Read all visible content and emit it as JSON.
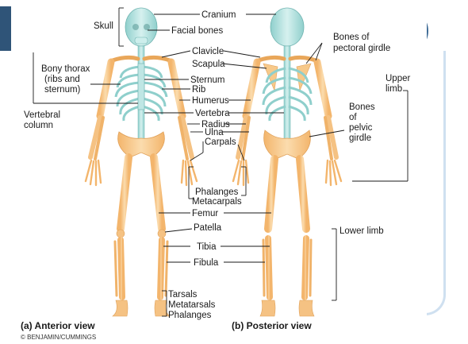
{
  "labels": {
    "cranium": "Cranium",
    "skull": "Skull",
    "facial_bones": "Facial bones",
    "clavicle": "Clavicle",
    "scapula": "Scapula",
    "sternum": "Sternum",
    "rib": "Rib",
    "humerus": "Humerus",
    "vertebra": "Vertebra",
    "radius": "Radius",
    "ulna": "Ulna",
    "carpals": "Carpals",
    "phalanges_hand": "Phalanges",
    "metacarpals": "Metacarpals",
    "femur": "Femur",
    "patella": "Patella",
    "tibia": "Tibia",
    "fibula": "Fibula",
    "tarsals": "Tarsals",
    "metatarsals": "Metatarsals",
    "phalanges_foot": "Phalanges",
    "bony_thorax_1": "Bony thorax",
    "bony_thorax_2": "(ribs and",
    "bony_thorax_3": "sternum)",
    "vertebral_column_1": "Vertebral",
    "vertebral_column_2": "column",
    "pectoral_girdle_1": "Bones of",
    "pectoral_girdle_2": "pectoral girdle",
    "upper_limb_1": "Upper",
    "upper_limb_2": "limb",
    "pelvic_girdle_1": "Bones",
    "pelvic_girdle_2": "of",
    "pelvic_girdle_3": "pelvic",
    "pelvic_girdle_4": "girdle",
    "lower_limb": "Lower limb"
  },
  "captions": {
    "anterior": "(a) Anterior view",
    "posterior": "(b) Posterior view",
    "copyright": "© BENJAMIN/CUMMINGS"
  },
  "colors": {
    "bone": "#f7c98a",
    "bone_dark": "#e9a75a",
    "axial": "#bfe6e4",
    "axial_dark": "#7fc2c0",
    "slide_bar": "#3d6a95",
    "slide_bar_dark": "#2f5478"
  }
}
